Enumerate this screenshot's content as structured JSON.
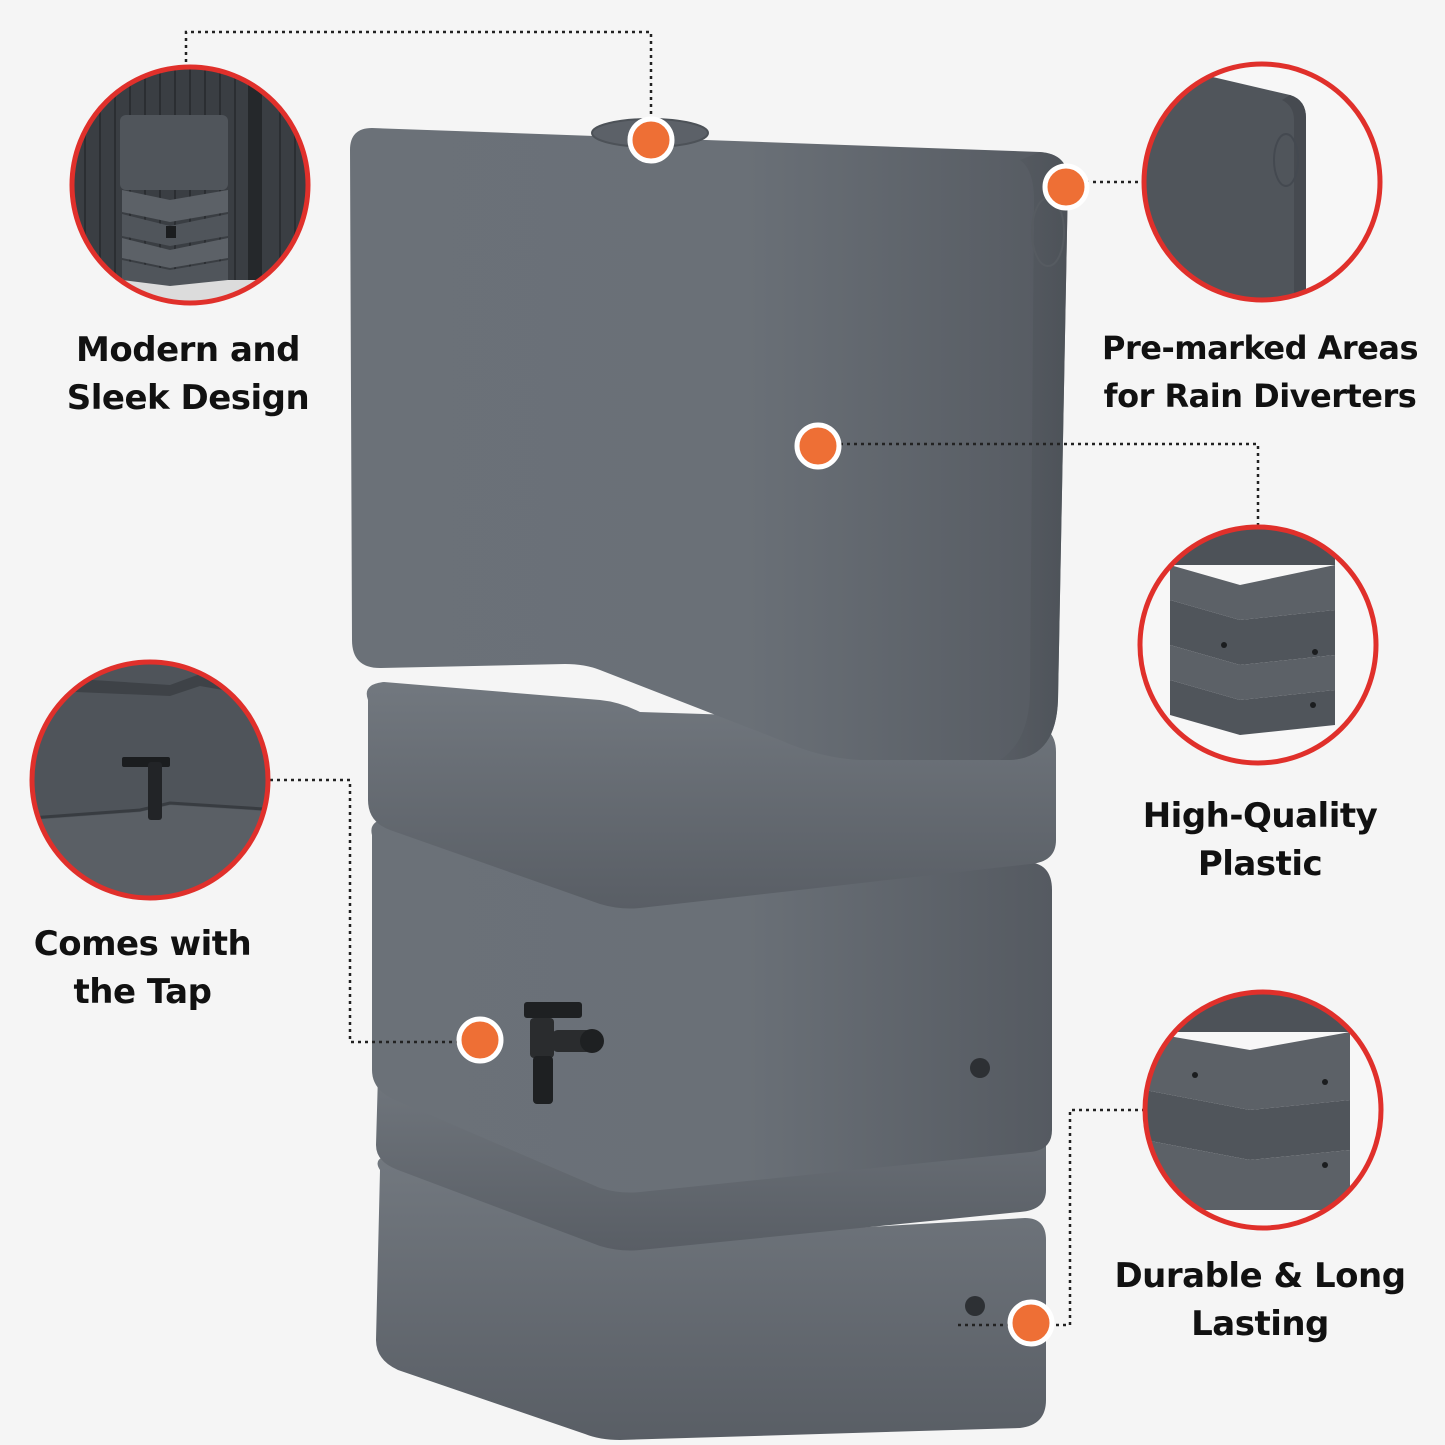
{
  "colors": {
    "background": "#f5f5f5",
    "tank_body": "#5f656c",
    "hotspot": "#ee6f35",
    "callout_ring": "#e0302b",
    "connector": "#222222",
    "text": "#111111"
  },
  "features": [
    {
      "id": "modern",
      "icon": "tank-beside-wall-closeup",
      "lines": [
        "Modern and",
        "Sleek Design"
      ]
    },
    {
      "id": "premarked",
      "icon": "tank-top-corner-closeup",
      "lines": [
        "Pre-marked Areas",
        "for Rain Diverters"
      ]
    },
    {
      "id": "plastic",
      "icon": "tank-side-plastic-closeup",
      "lines": [
        "High-Quality",
        "Plastic"
      ]
    },
    {
      "id": "tap",
      "icon": "tap-closeup",
      "lines": [
        "Comes with",
        "the Tap"
      ]
    },
    {
      "id": "durable",
      "icon": "tank-bottom-side-closeup",
      "lines": [
        "Durable & Long",
        "Lasting"
      ]
    }
  ]
}
